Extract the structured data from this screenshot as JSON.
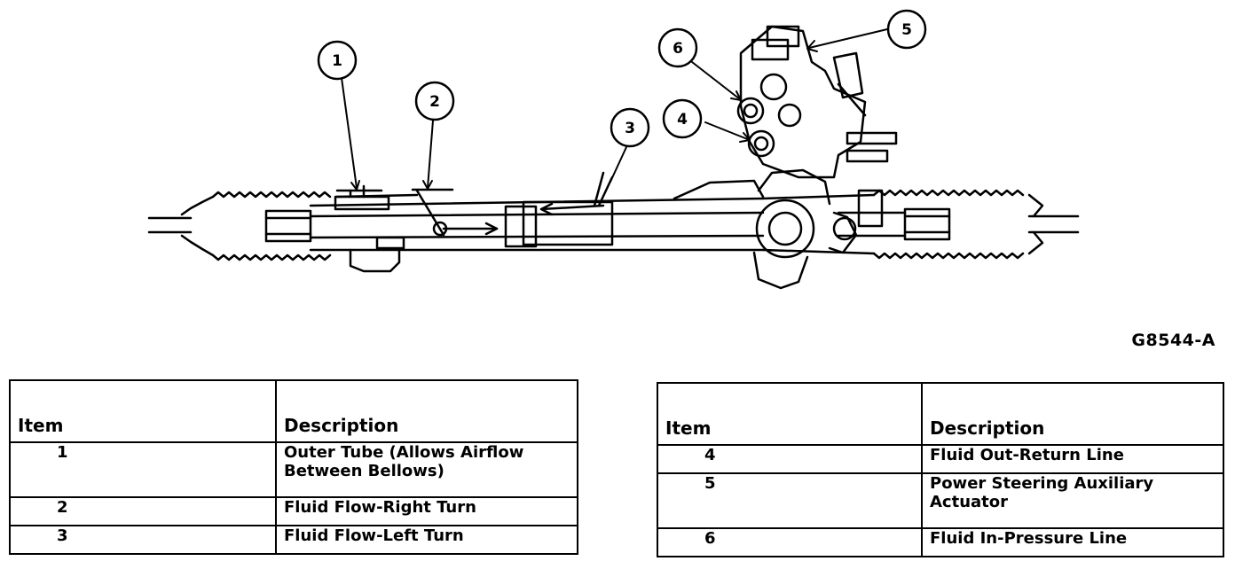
{
  "figure_code": "G8544-A",
  "callouts": [
    "1",
    "2",
    "3",
    "4",
    "5",
    "6"
  ],
  "tables": [
    {
      "headers": {
        "item": "Item",
        "description": "Description"
      },
      "rows": [
        {
          "item": "1",
          "description_lines": [
            "Outer Tube (Allows Airflow",
            "Between Bellows)"
          ]
        },
        {
          "item": "2",
          "description_lines": [
            "Fluid Flow-Right Turn"
          ]
        },
        {
          "item": "3",
          "description_lines": [
            "Fluid Flow-Left Turn"
          ]
        }
      ]
    },
    {
      "headers": {
        "item": "Item",
        "description": "Description"
      },
      "rows": [
        {
          "item": "4",
          "description_lines": [
            "Fluid Out-Return Line"
          ]
        },
        {
          "item": "5",
          "description_lines": [
            "Power Steering Auxiliary",
            "Actuator"
          ]
        },
        {
          "item": "6",
          "description_lines": [
            "Fluid In-Pressure Line"
          ]
        }
      ]
    }
  ]
}
